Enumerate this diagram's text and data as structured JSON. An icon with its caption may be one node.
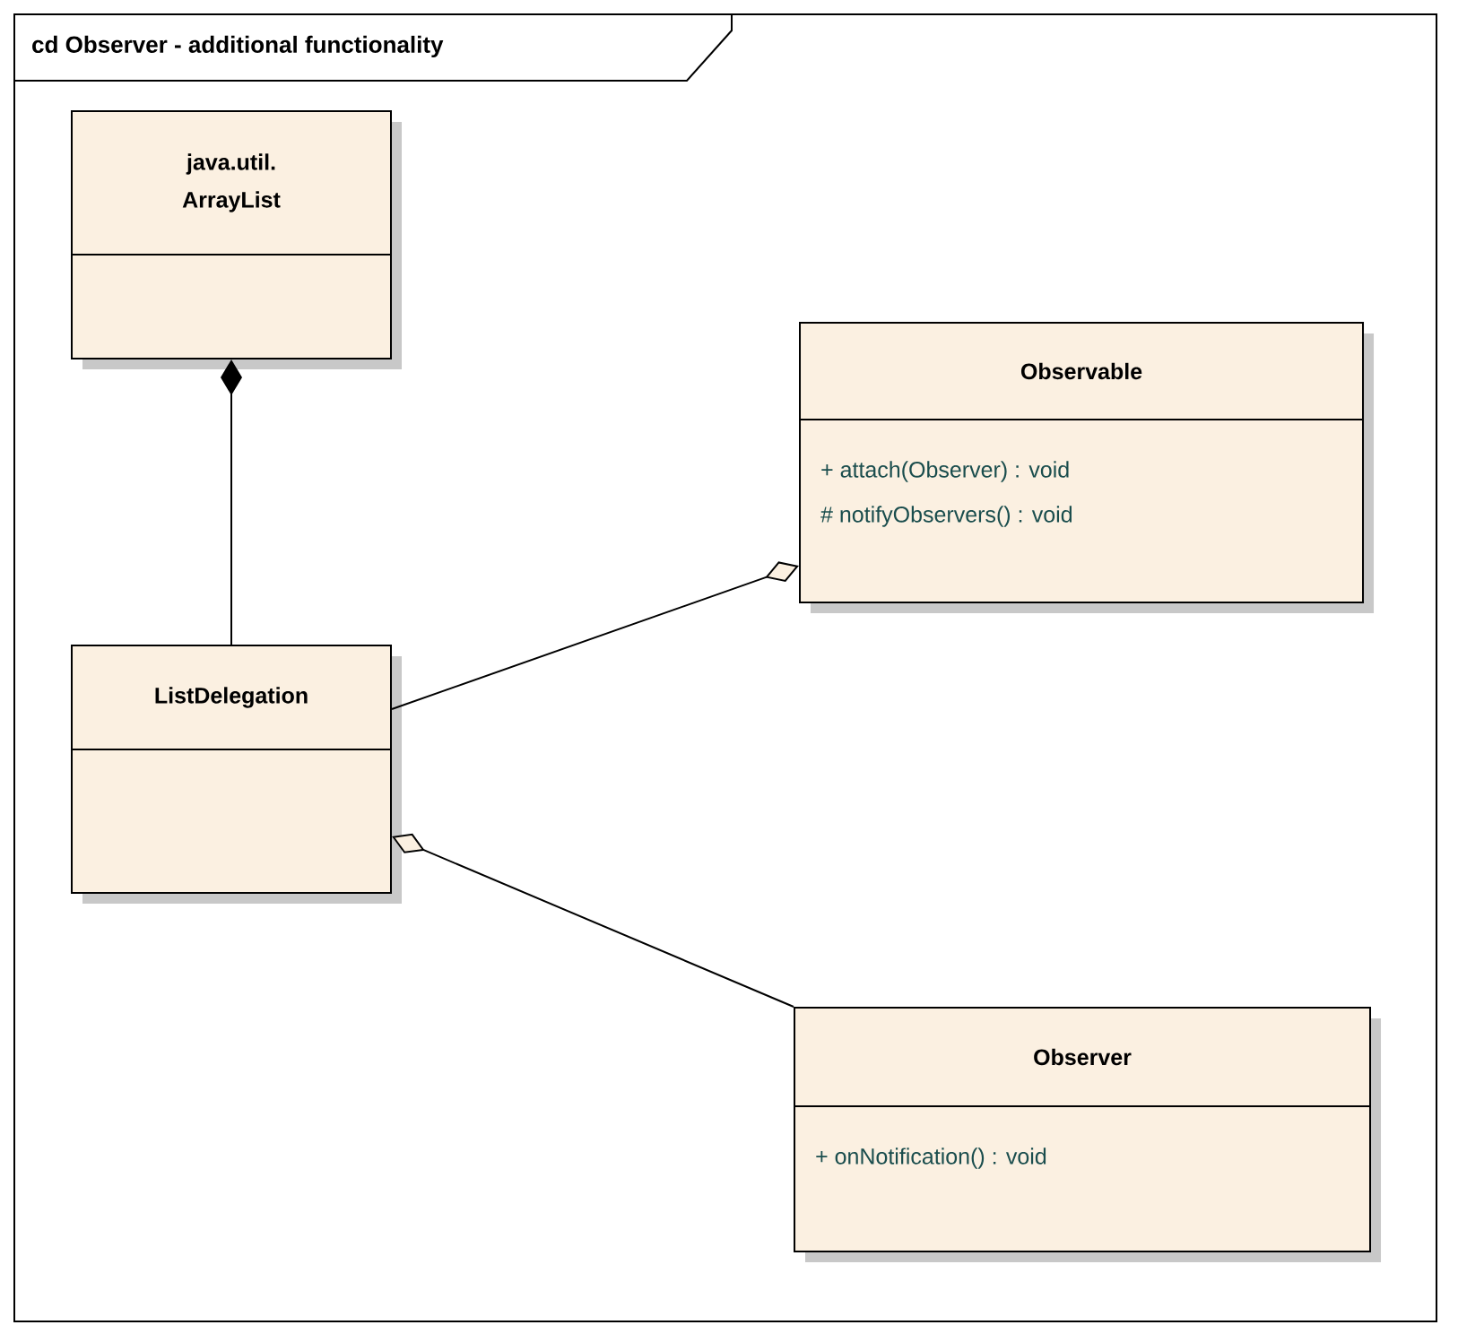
{
  "diagram": {
    "title": "cd Observer - additional functionality",
    "nodes": [
      {
        "text": [
          "java.util. ArrayList"
        ]
      },
      {
        "text": [
          "Observable",
          "+ attach(Observer) : void",
          "# notifyObservers() : void"
        ]
      },
      {
        "text": [
          "ListDelegation"
        ]
      },
      {
        "text": [
          "Observer",
          "+ onNotification() : void"
        ]
      }
    ],
    "edges": [
      {
        "from": 0,
        "to": 2,
        "arrow": "other"
      },
      {
        "from": 1,
        "to": 2,
        "arrow": "other"
      },
      {
        "from": 2,
        "to": 3,
        "arrow": "other"
      }
    ]
  }
}
